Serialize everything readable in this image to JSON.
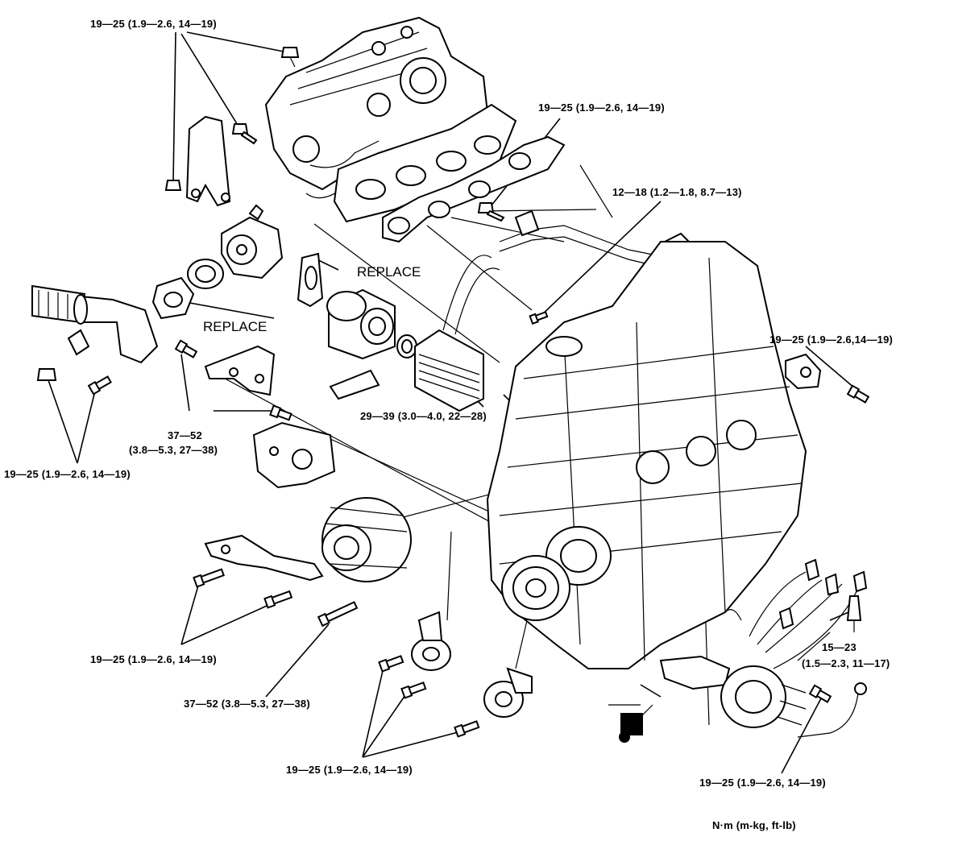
{
  "labels": {
    "torque_top_left": "19—25 (1.9—2.6, 14—19)",
    "torque_top_center": "19—25 (1.9—2.6, 14—19)",
    "torque_pipe": "12—18 (1.2—1.8, 8.7—13)",
    "torque_right": "19—25 (1.9—2.6,14—19)",
    "torque_oil_cooler": "29—39 (3.0—4.0, 22—28)",
    "torque_mount_line1": "37—52",
    "torque_mount_line2": "(3.8—5.3, 27—38)",
    "torque_left_lower": "19—25 (1.9—2.6, 14—19)",
    "torque_alternator": "19—25 (1.9—2.6, 14—19)",
    "torque_alt_bolt": "37—52 (3.8—5.3, 27—38)",
    "torque_tensioner": "19—25 (1.9—2.6, 14—19)",
    "torque_spark_line1": "15—23",
    "torque_spark_line2": "(1.5—2.3, 11—17)",
    "torque_distributor": "19—25 (1.9—2.6, 14—19)",
    "replace_gasket_upper": "REPLACE",
    "replace_gasket_lower": "REPLACE",
    "units": "N·m (m-kg, ft-lb)"
  }
}
